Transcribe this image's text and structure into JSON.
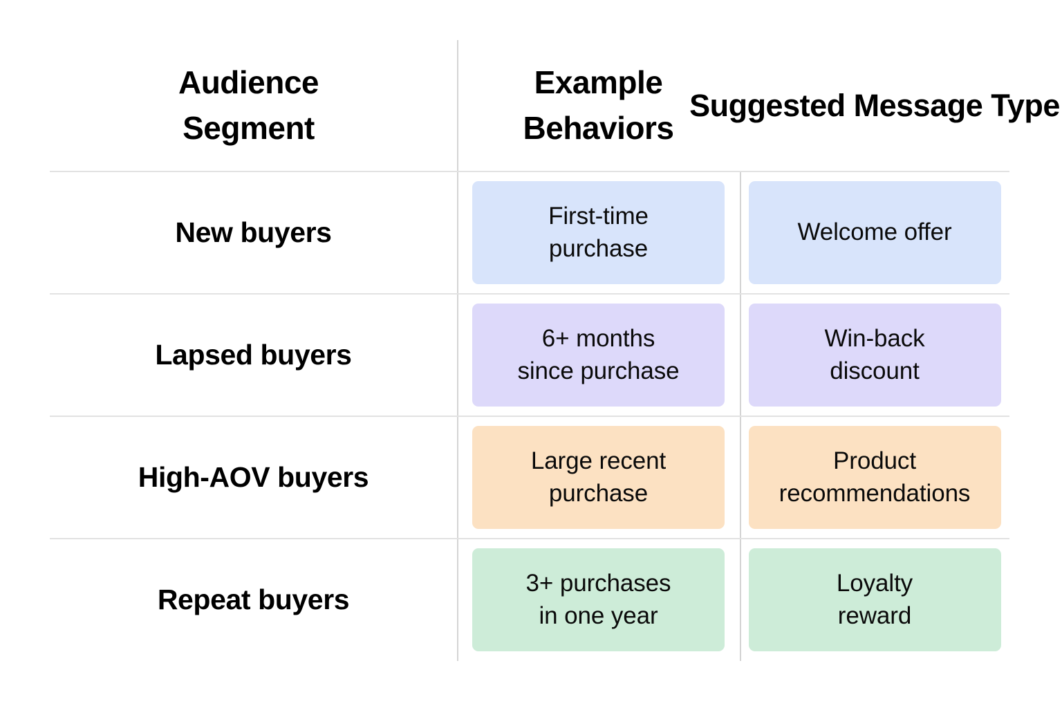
{
  "table": {
    "columns": [
      {
        "id": "audience-segment",
        "label": "Audience\nSegment"
      },
      {
        "id": "example-behaviors",
        "label": "Example\nBehaviors"
      },
      {
        "id": "suggested-message-type",
        "label": "Suggested\nMessage Type"
      }
    ],
    "rows": [
      {
        "segment": "New buyers",
        "behavior": "First-time\npurchase",
        "message": "Welcome offer",
        "color": "#d8e4fb"
      },
      {
        "segment": "Lapsed buyers",
        "behavior": "6+ months\nsince purchase",
        "message": "Win-back\ndiscount",
        "color": "#ddd9fa"
      },
      {
        "segment": "High-AOV buyers",
        "behavior": "Large recent\npurchase",
        "message": "Product\nrecommendations",
        "color": "#fce1c2"
      },
      {
        "segment": "Repeat buyers",
        "behavior": "3+ purchases\nin one year",
        "message": "Loyalty\nreward",
        "color": "#cdecd8"
      }
    ]
  },
  "colors": {
    "background": "#ffffff",
    "text": "#000000",
    "divider": "#e2e2e2",
    "column_divider": "#d4d4d4",
    "chip_blue": "#d8e4fb",
    "chip_purple": "#ddd9fa",
    "chip_orange": "#fce1c2",
    "chip_green": "#cdecd8"
  }
}
